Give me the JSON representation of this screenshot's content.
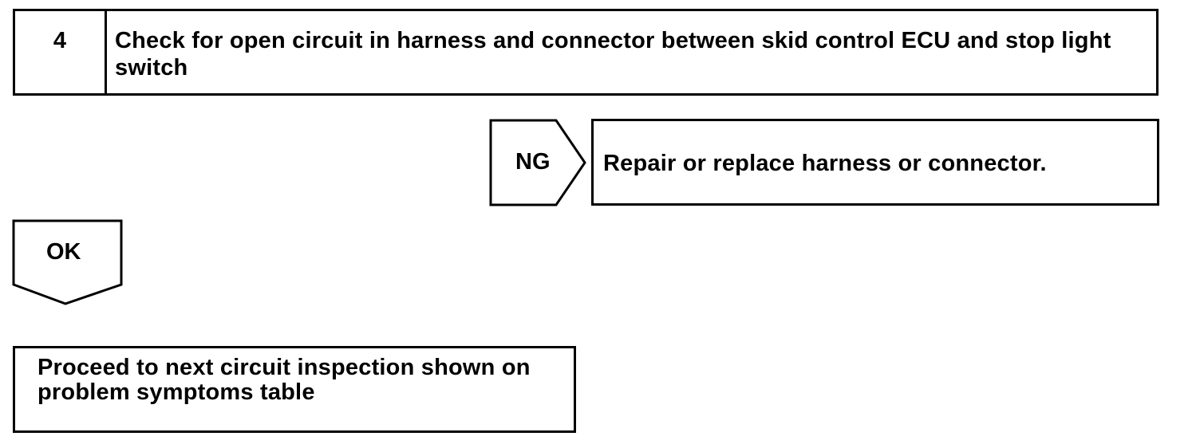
{
  "step": {
    "number": "4",
    "title": "Check for open circuit in harness and connector between skid control ECU and stop light switch"
  },
  "ng_branch": {
    "label": "NG",
    "action": "Repair or replace harness or connector."
  },
  "ok_branch": {
    "label": "OK",
    "action": "Proceed to next circuit inspection shown on problem symptoms table"
  }
}
